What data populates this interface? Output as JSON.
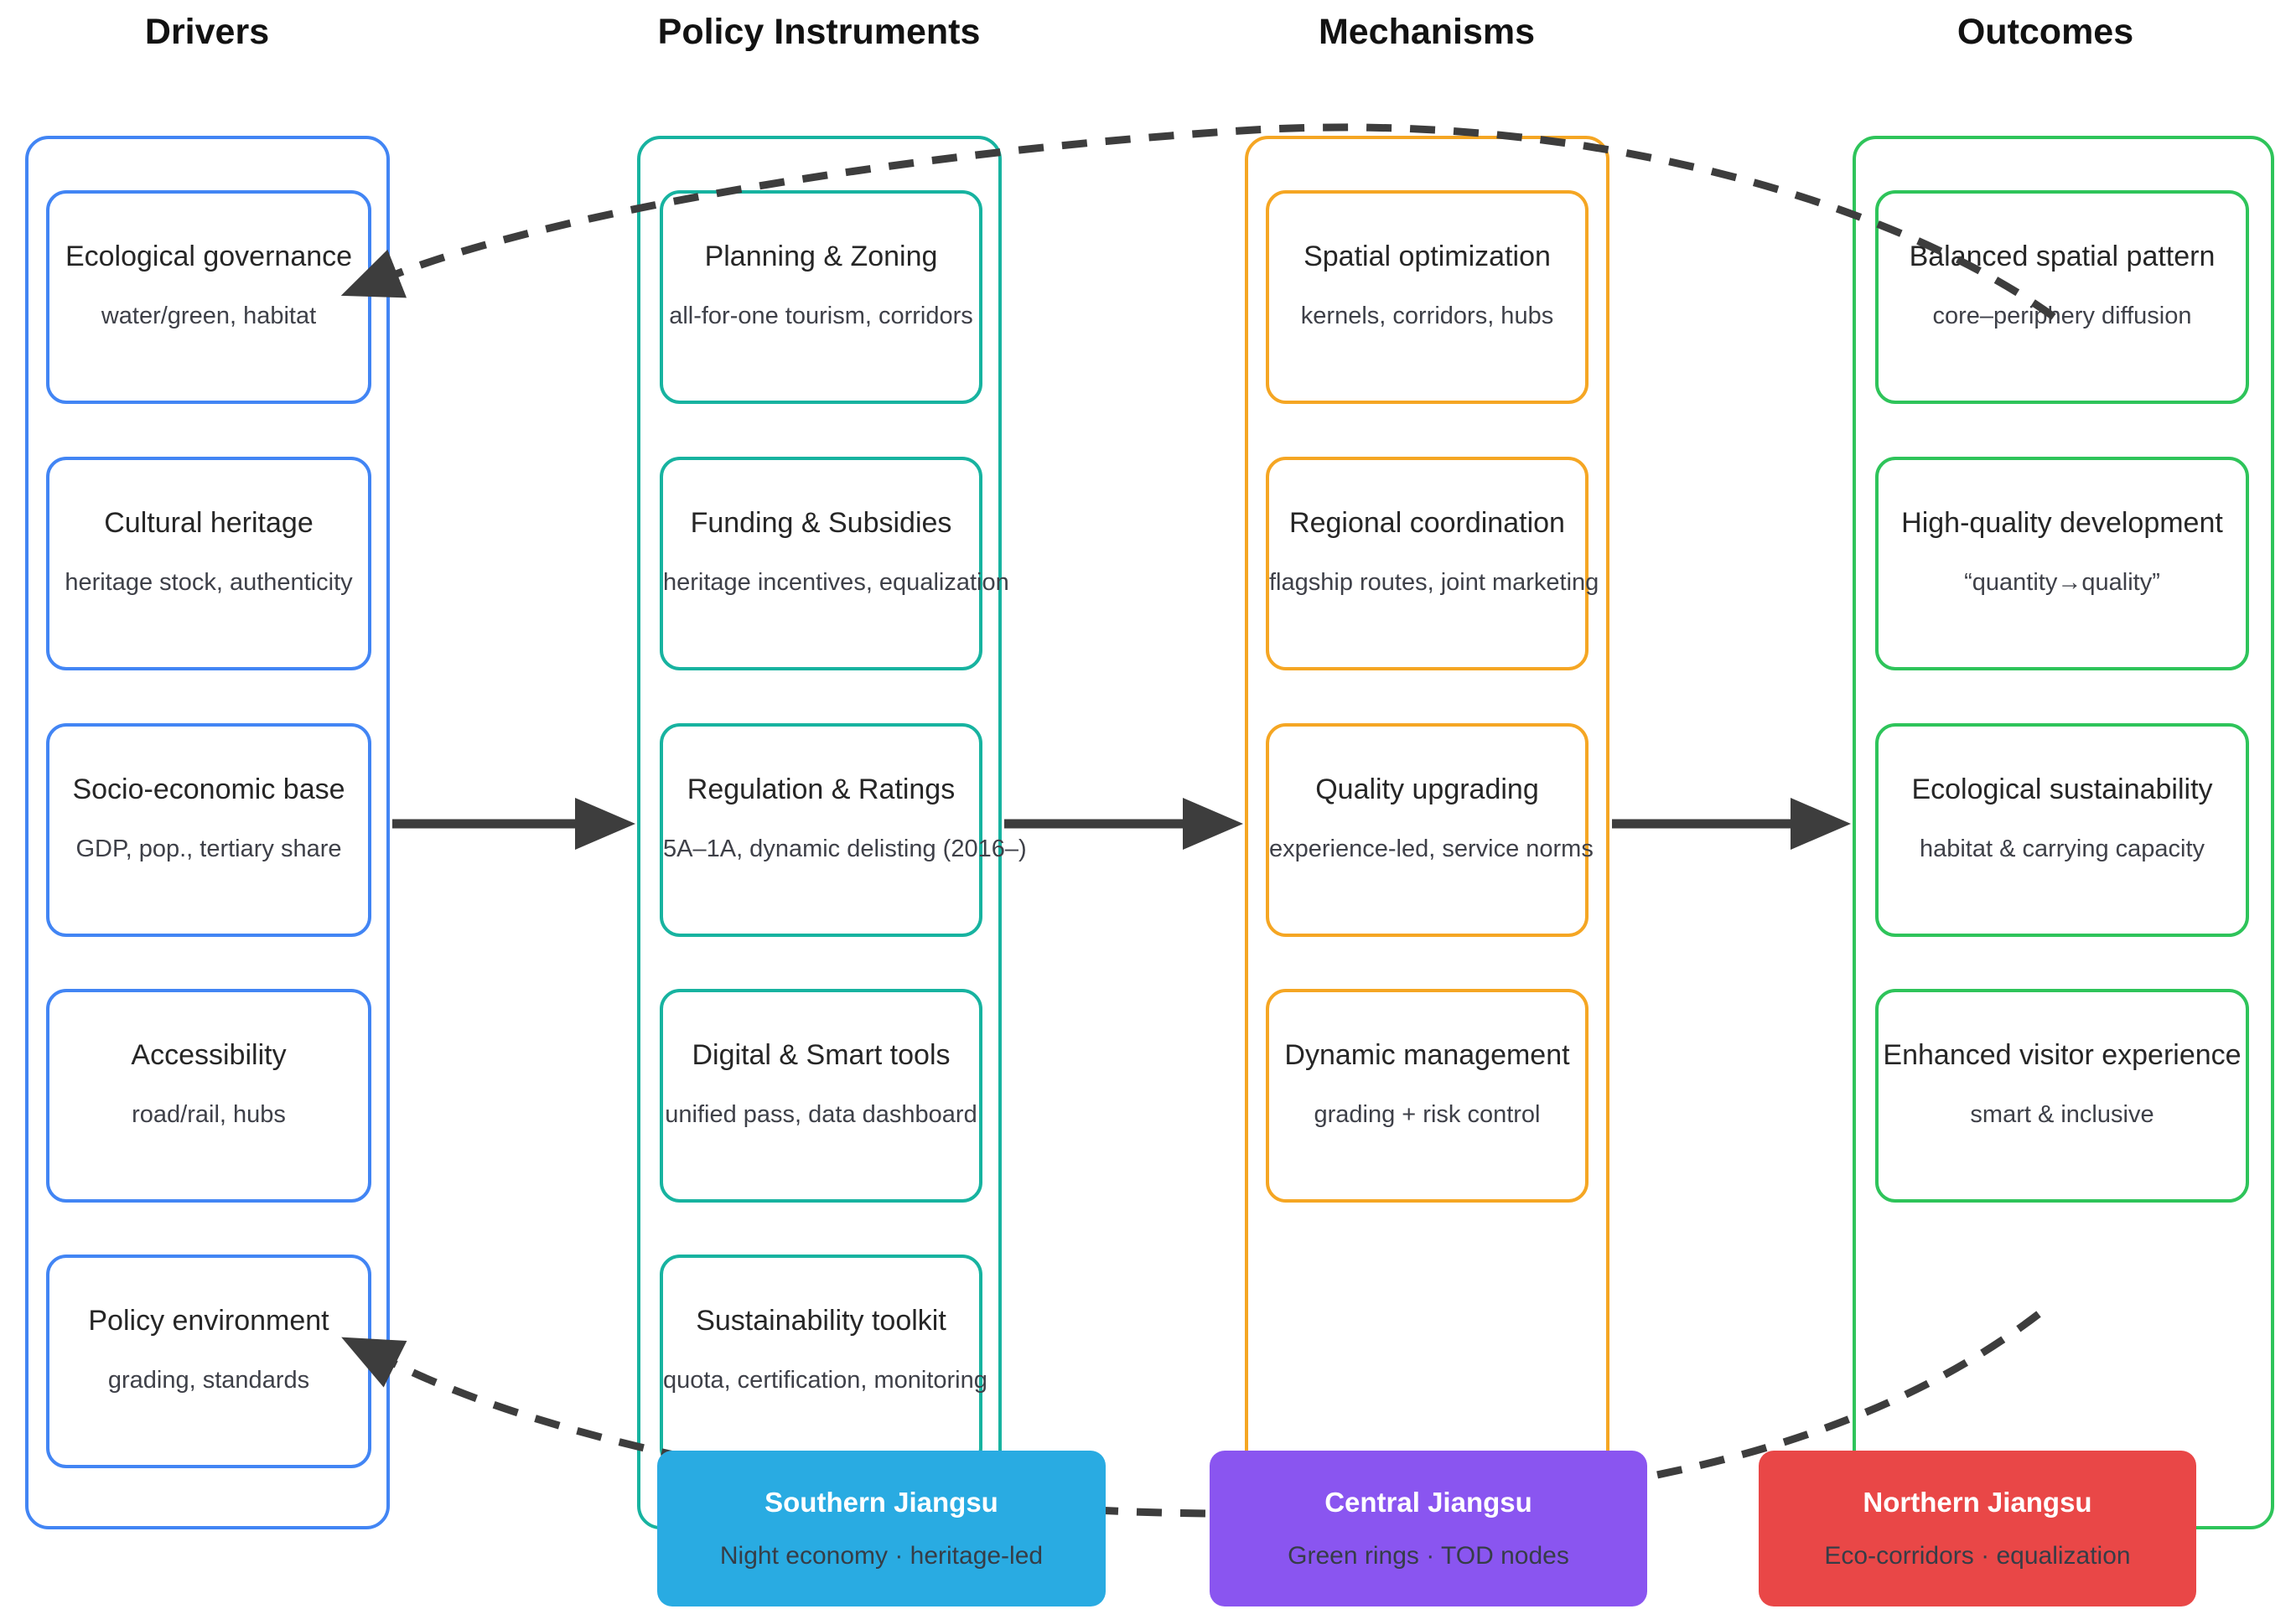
{
  "columns": [
    {
      "header": "Drivers",
      "accent": "#4285f4",
      "boxes": [
        {
          "title": "Ecological governance",
          "subtitle": "water/green, habitat"
        },
        {
          "title": "Cultural heritage",
          "subtitle": "heritage stock, authenticity"
        },
        {
          "title": "Socio-economic base",
          "subtitle": "GDP, pop., tertiary share"
        },
        {
          "title": "Accessibility",
          "subtitle": "road/rail, hubs"
        },
        {
          "title": "Policy environment",
          "subtitle": "grading, standards"
        }
      ]
    },
    {
      "header": "Policy Instruments",
      "accent": "#17b3a0",
      "boxes": [
        {
          "title": "Planning & Zoning",
          "subtitle": "all-for-one tourism, corridors"
        },
        {
          "title": "Funding & Subsidies",
          "subtitle": "heritage incentives, equalization"
        },
        {
          "title": "Regulation & Ratings",
          "subtitle": "5A–1A, dynamic delisting (2016–)"
        },
        {
          "title": "Digital & Smart tools",
          "subtitle": "unified pass, data dashboard"
        },
        {
          "title": "Sustainability toolkit",
          "subtitle": "quota, certification, monitoring"
        }
      ]
    },
    {
      "header": "Mechanisms",
      "accent": "#f5a623",
      "boxes": [
        {
          "title": "Spatial optimization",
          "subtitle": "kernels, corridors, hubs"
        },
        {
          "title": "Regional coordination",
          "subtitle": "flagship routes, joint marketing"
        },
        {
          "title": "Quality upgrading",
          "subtitle": "experience-led, service norms"
        },
        {
          "title": "Dynamic management",
          "subtitle": "grading + risk control"
        }
      ]
    },
    {
      "header": "Outcomes",
      "accent": "#2ec45a",
      "boxes": [
        {
          "title": "Balanced spatial pattern",
          "subtitle": "core–periphery diffusion"
        },
        {
          "title": "High-quality development",
          "subtitle": "“quantity→quality”"
        },
        {
          "title": "Ecological sustainability",
          "subtitle": "habitat & carrying capacity"
        },
        {
          "title": "Enhanced visitor experience",
          "subtitle": "smart & inclusive"
        }
      ]
    }
  ],
  "regions": [
    {
      "title": "Southern Jiangsu",
      "subtitle": "Night economy · heritage-led",
      "color": "#29abe2"
    },
    {
      "title": "Central Jiangsu",
      "subtitle": "Green rings · TOD nodes",
      "color": "#8a55f0"
    },
    {
      "title": "Northern Jiangsu",
      "subtitle": "Eco-corridors · equalization",
      "color": "#e94747"
    }
  ],
  "arrows": {
    "color": "#3d3d3d"
  }
}
